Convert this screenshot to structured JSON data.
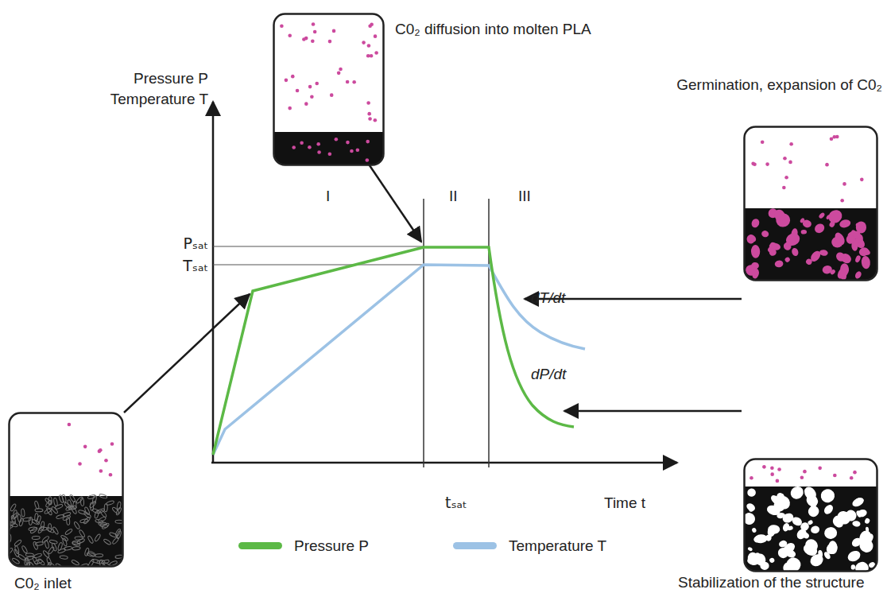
{
  "diagram": {
    "nodes": [
      {
        "text": [
          "C0₂ diffusion into molten PLA"
        ]
      },
      {
        "text": [
          "Germination, expansion of C0₂"
        ]
      },
      {
        "text": [
          "C0₂ inlet"
        ]
      },
      {
        "text": [
          "Stabilization of the structure"
        ]
      }
    ],
    "labels": [
      "Pressure P",
      "Temperature T",
      "I",
      "II",
      "III",
      "Pₛₐₜ",
      "Tₛₐₜ",
      "dT/dt",
      "dP/dt",
      "tₛₐₜ",
      "Time t"
    ],
    "legend": [
      {
        "text": "Pressure P",
        "color": "#5cb946"
      },
      {
        "text": "Temperature T",
        "color": "#9cc2e5"
      }
    ]
  }
}
